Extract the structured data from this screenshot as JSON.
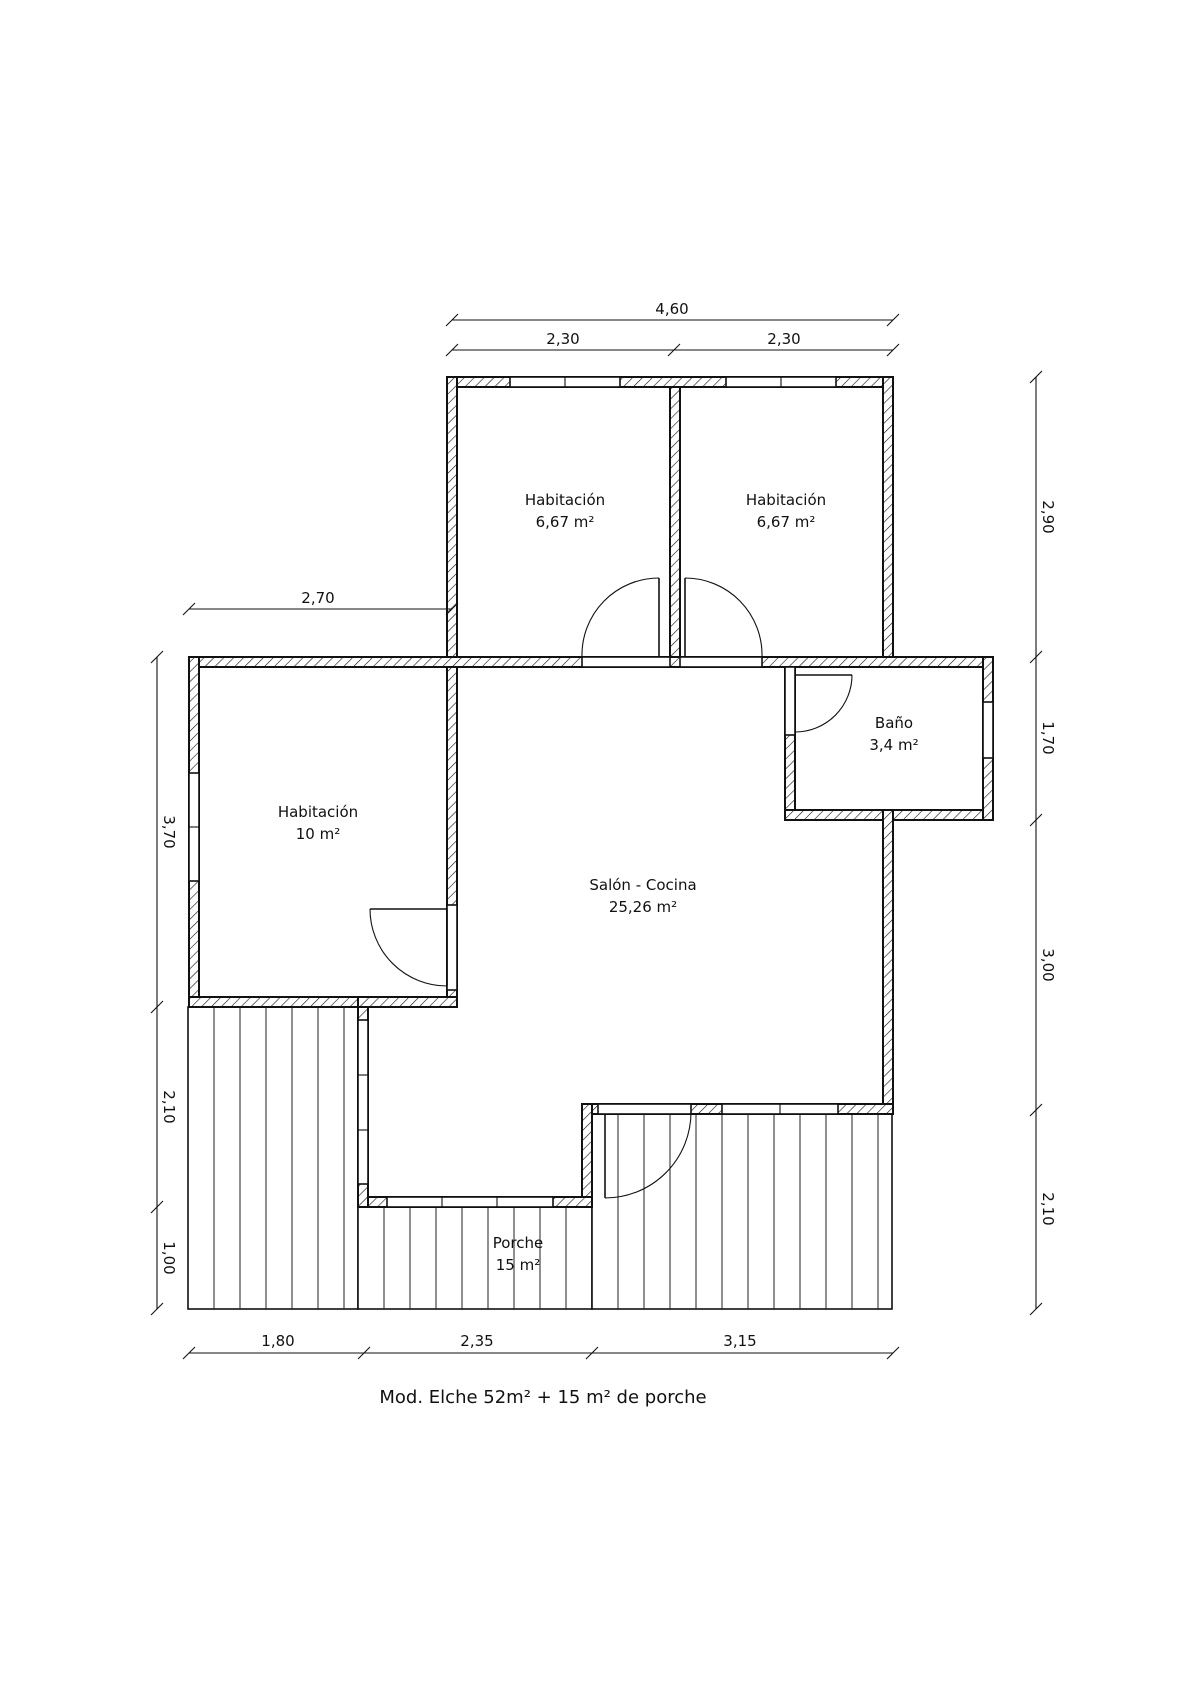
{
  "rooms": [
    {
      "id": "bed2",
      "name": "Habitación",
      "area": "6,67 m²"
    },
    {
      "id": "bed3",
      "name": "Habitación",
      "area": "6,67 m²"
    },
    {
      "id": "bath",
      "name": "Baño",
      "area": "3,4 m²"
    },
    {
      "id": "bed1",
      "name": "Habitación",
      "area": "10 m²"
    },
    {
      "id": "living",
      "name": "Salón - Cocina",
      "area": "25,26 m²"
    },
    {
      "id": "porch",
      "name": "Porche",
      "area": "15 m²"
    }
  ],
  "dimensions": {
    "top_total": "4,60",
    "top_left": "2,30",
    "top_right": "2,30",
    "left_upper": "2,70",
    "left_side": [
      "3,70",
      "2,10",
      "1,00"
    ],
    "right_side": [
      "2,90",
      "1,70",
      "3,00",
      "2,10"
    ],
    "bottom": [
      "1,80",
      "2,35",
      "3,15"
    ]
  },
  "caption": "Mod. Elche 52m² + 15 m² de porche"
}
